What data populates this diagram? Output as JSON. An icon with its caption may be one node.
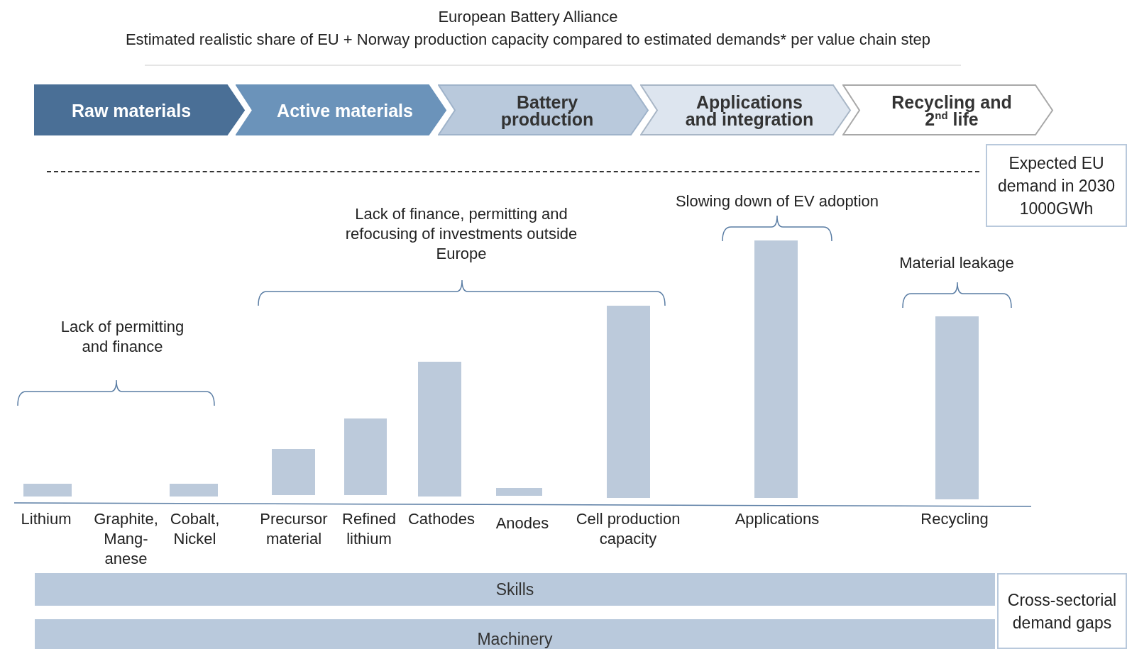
{
  "diagram": {
    "title": "European Battery Alliance",
    "nodes": [
      {
        "text": [
          "Raw materials"
        ]
      },
      {
        "text": [
          "Active materials"
        ]
      },
      {
        "text": [
          "Battery production"
        ]
      },
      {
        "text": [
          "Applications and integration"
        ]
      },
      {
        "text": [
          "Recycling and 2$^{nd}$ life"
        ]
      },
      {
        "text": [
          "Expected EU demand in 2030 1000GWh"
        ]
      },
      {
        "text": [
          "Skills"
        ]
      },
      {
        "text": [
          "Cross-sectorial demand gaps"
        ]
      },
      {
        "text": [
          "Machinery"
        ]
      }
    ],
    "edges": [],
    "labels": [
      "Estimated realistic share of EU + Norway production capacity compared to estimated demands* per value chain step",
      "Slowing down of EV adoption",
      "Lack of finance, permitting and refocusing of investments outside Europe",
      "Material leakage",
      "Lack of permitting and finance",
      "Lithium",
      "Graphite, Mang- anese",
      "Cobalt, Nickel",
      "Precursor material",
      "Refined lithium",
      "Cathodes",
      "Anodes",
      "Cell production capacity",
      "Applications",
      "Recycling"
    ]
  }
}
